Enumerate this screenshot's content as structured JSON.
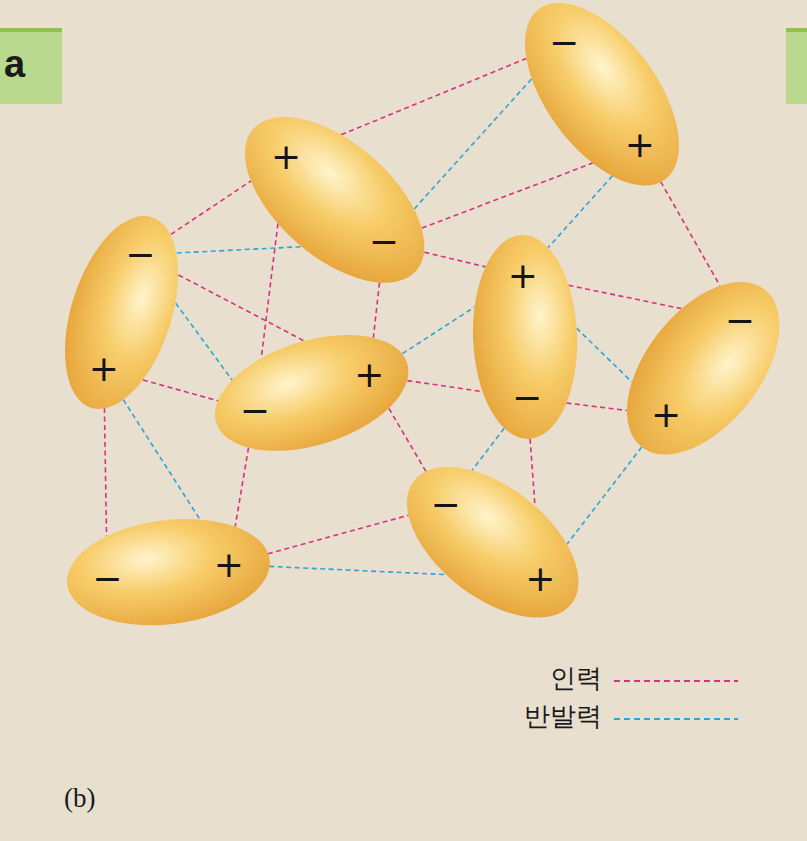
{
  "diagram": {
    "nodes": [
      {
        "text": [
          "+",
          "−"
        ]
      },
      {
        "text": [
          "−",
          "+"
        ]
      },
      {
        "text": [
          "−",
          "+"
        ]
      },
      {
        "text": [
          "−",
          "+"
        ]
      },
      {
        "text": [
          "+",
          "−"
        ]
      },
      {
        "text": [
          "−",
          "+"
        ]
      },
      {
        "text": [
          "−",
          "+"
        ]
      },
      {
        "text": [
          "−",
          "+"
        ]
      }
    ],
    "edges": [
      {
        "from": 0,
        "to": 1,
        "arrow": "none"
      },
      {
        "from": 0,
        "to": 1,
        "arrow": "none"
      },
      {
        "from": 0,
        "to": 1,
        "arrow": "none"
      },
      {
        "from": 2,
        "to": 0,
        "arrow": "none"
      },
      {
        "from": 2,
        "to": 0,
        "arrow": "none"
      },
      {
        "from": 0,
        "to": 3,
        "arrow": "none"
      },
      {
        "from": 0,
        "to": 3,
        "arrow": "none"
      },
      {
        "from": 0,
        "to": 4,
        "arrow": "none"
      },
      {
        "from": 1,
        "to": 4,
        "arrow": "none"
      },
      {
        "from": 1,
        "to": 5,
        "arrow": "none"
      },
      {
        "from": 2,
        "to": 3,
        "arrow": "none"
      },
      {
        "from": 2,
        "to": 3,
        "arrow": "none"
      },
      {
        "from": 2,
        "to": 3,
        "arrow": "none"
      },
      {
        "from": 2,
        "to": 6,
        "arrow": "none"
      },
      {
        "from": 2,
        "to": 6,
        "arrow": "none"
      },
      {
        "from": 3,
        "to": 4,
        "arrow": "none"
      },
      {
        "from": 3,
        "to": 4,
        "arrow": "none"
      },
      {
        "from": 3,
        "to": 6,
        "arrow": "none"
      },
      {
        "from": 3,
        "to": 7,
        "arrow": "none"
      },
      {
        "from": 4,
        "to": 5,
        "arrow": "none"
      },
      {
        "from": 4,
        "to": 5,
        "arrow": "none"
      },
      {
        "from": 4,
        "to": 5,
        "arrow": "none"
      },
      {
        "from": 4,
        "to": 7,
        "arrow": "none"
      },
      {
        "from": 4,
        "to": 7,
        "arrow": "none"
      },
      {
        "from": 5,
        "to": 7,
        "arrow": "none"
      },
      {
        "from": 6,
        "to": 7,
        "arrow": "none"
      },
      {
        "from": 6,
        "to": 7,
        "arrow": "none"
      }
    ],
    "labels": [
      "a",
      "(b)"
    ],
    "legend": [
      {
        "text": "인력"
      },
      {
        "text": "반발력"
      }
    ]
  }
}
